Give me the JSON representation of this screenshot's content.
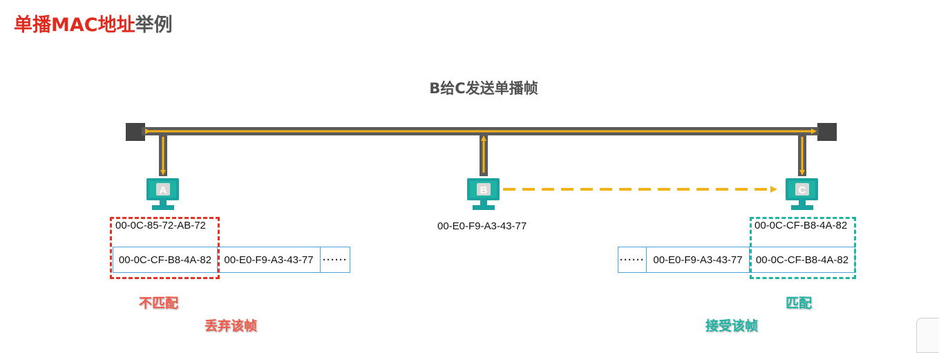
{
  "title": {
    "part1": "单播MAC地址",
    "part2": "举例"
  },
  "subtitle": "B给C发送单播帧",
  "hosts": [
    {
      "label": "A",
      "mac": "00-0C-85-72-AB-72"
    },
    {
      "label": "B",
      "mac": "00-E0-F9-A3-43-77"
    },
    {
      "label": "C",
      "mac": "00-0C-CF-B8-4A-82"
    }
  ],
  "frame_left": {
    "dest": "00-0C-CF-B8-4A-82",
    "src": "00-E0-F9-A3-43-77",
    "rest": "······"
  },
  "frame_right": {
    "rest": "······",
    "src": "00-E0-F9-A3-43-77",
    "dest": "00-0C-CF-B8-4A-82"
  },
  "results": {
    "a_match": "不匹配",
    "a_action": "丢弃该帧",
    "c_match": "匹配",
    "c_action": "接受该帧"
  },
  "colors": {
    "title_red": "#e02a1d",
    "bus": "#555555",
    "signal": "#f2b21a",
    "host_screen": "#1aa2a0",
    "mismatch": "#e53124",
    "match": "#1fb3a3"
  }
}
